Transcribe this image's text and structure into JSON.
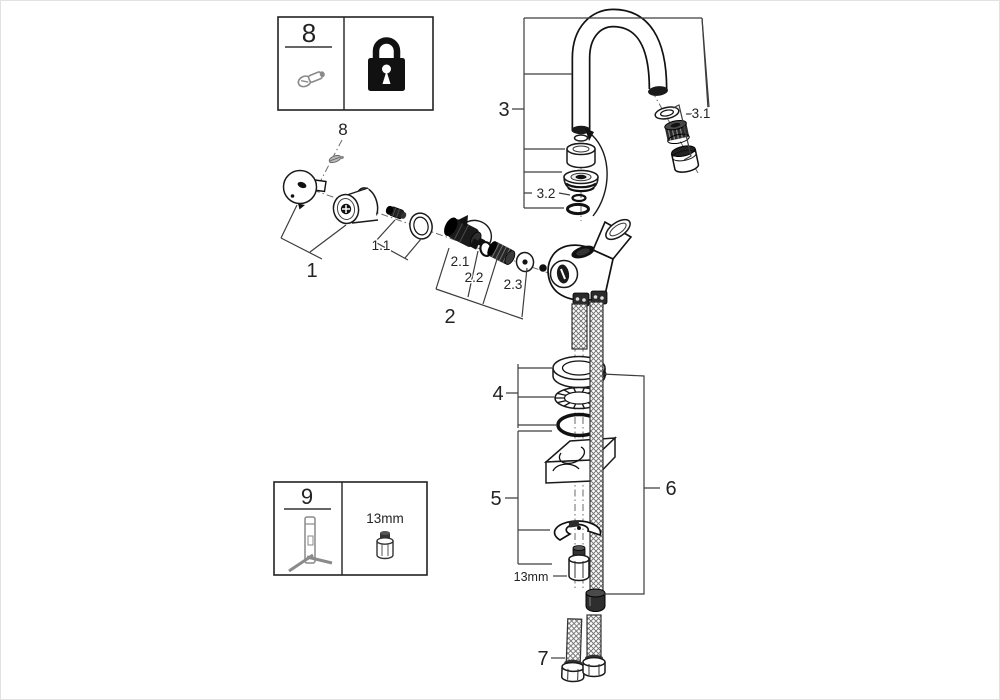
{
  "figure": {
    "kind": "exploded-parts-diagram",
    "subject": "single-lever sink mixer faucet, spare parts callouts"
  },
  "labels": {
    "p1": "1",
    "p1_1": "1.1",
    "p2": "2",
    "p2_1": "2.1",
    "p2_2": "2.2",
    "p2_3": "2.3",
    "p3": "3",
    "p3_1": "3.1",
    "p3_2": "3.2",
    "p4": "4",
    "p5": "5",
    "p6": "6",
    "p7": "7",
    "callout8": "8",
    "nut_size": "13mm"
  },
  "legend_box_8": {
    "number": "8",
    "icons": [
      "grease-fitting-screw-icon",
      "padlock-icon"
    ]
  },
  "legend_box_9": {
    "number": "9",
    "tool_icon": "socket-wrench-icon",
    "size_label": "13mm",
    "size_icon": "hex-nut-icon"
  },
  "colors": {
    "ink": "#1a1a1a",
    "muted_gray": "#8a8a8a",
    "background": "#ffffff"
  }
}
